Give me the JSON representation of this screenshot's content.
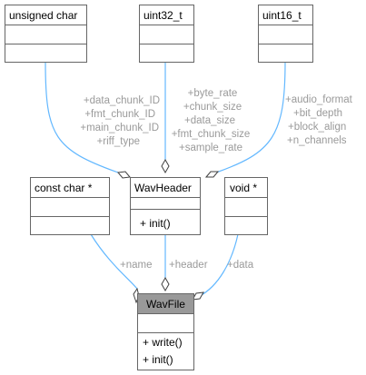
{
  "diagram": {
    "classes": {
      "unsigned_char": {
        "name": "unsigned char"
      },
      "uint32_t": {
        "name": "uint32_t"
      },
      "uint16_t": {
        "name": "uint16_t"
      },
      "const_char_ptr": {
        "name": "const char *"
      },
      "wavheader": {
        "name": "WavHeader",
        "methods": [
          "+   init()"
        ]
      },
      "void_ptr": {
        "name": "void *"
      },
      "wavfile": {
        "name": "WavFile",
        "methods": [
          "+ write()",
          "+ init()"
        ]
      }
    },
    "edges": {
      "unsigned_char_to_wavheader": [
        "+data_chunk_ID",
        "+fmt_chunk_ID",
        "+main_chunk_ID",
        "+riff_type"
      ],
      "uint32_to_wavheader": [
        "+byte_rate",
        "+chunk_size",
        "+data_size",
        "+fmt_chunk_size",
        "+sample_rate"
      ],
      "uint16_to_wavheader": [
        "+audio_format",
        "+bit_depth",
        "+block_align",
        "+n_channels"
      ],
      "const_char_to_wavfile": [
        "+name"
      ],
      "wavheader_to_wavfile": [
        "+header"
      ],
      "void_to_wavfile": [
        "+data"
      ]
    },
    "colors": {
      "edge": "#63b8ff",
      "box_border": "#666666",
      "highlight_fill": "#999999",
      "label_text": "#9a9a9a"
    }
  }
}
